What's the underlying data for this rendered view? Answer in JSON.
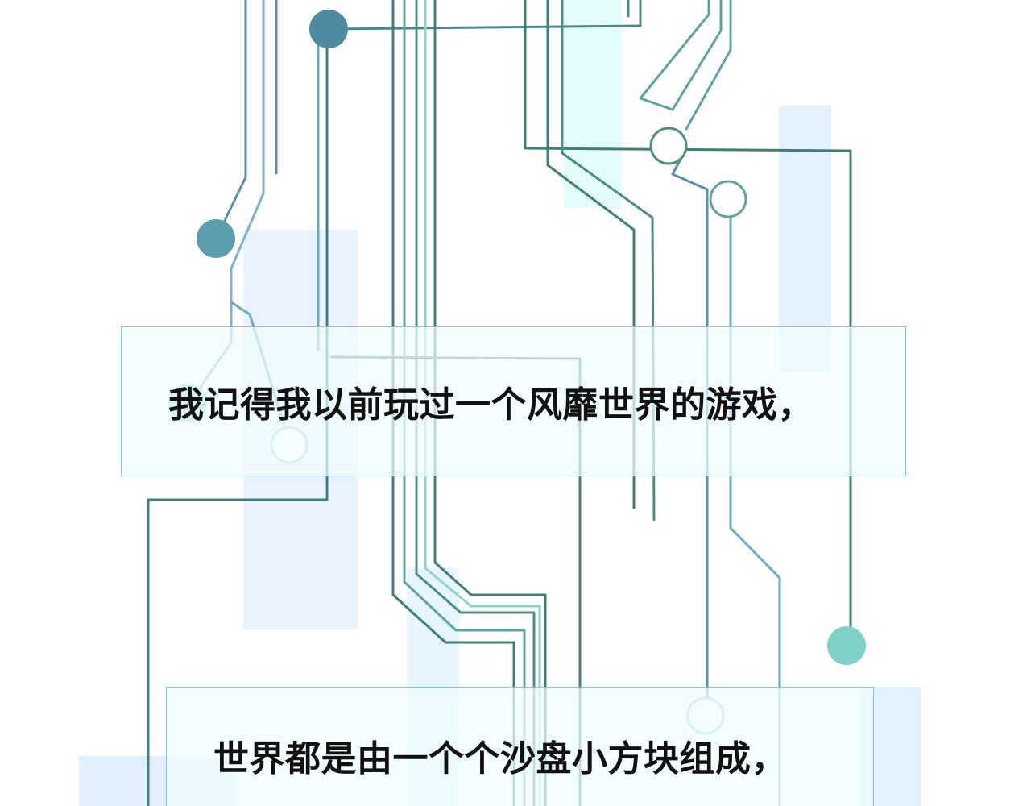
{
  "captions": [
    {
      "text": "我记得我以前玩过一个风靡世界的游戏，"
    },
    {
      "text": "世界都是由一个个沙盘小方块组成，"
    }
  ],
  "colors": {
    "background": "#ffffff",
    "wire_dark": "#3f7f74",
    "wire_teal": "#5fa3a0",
    "wire_blue": "#5b8fa8",
    "wire_light": "#8fd3cc",
    "node_fill_dark": "#4e8aa0",
    "node_fill_light": "#7fd1c8",
    "panel_tint": "#dff3ff",
    "caption_border": "#8fbfd0",
    "caption_text": "#111111"
  },
  "decor": {
    "style": "circuit-board-lines",
    "icons": [
      "filled-node-icon",
      "hollow-node-icon"
    ]
  }
}
